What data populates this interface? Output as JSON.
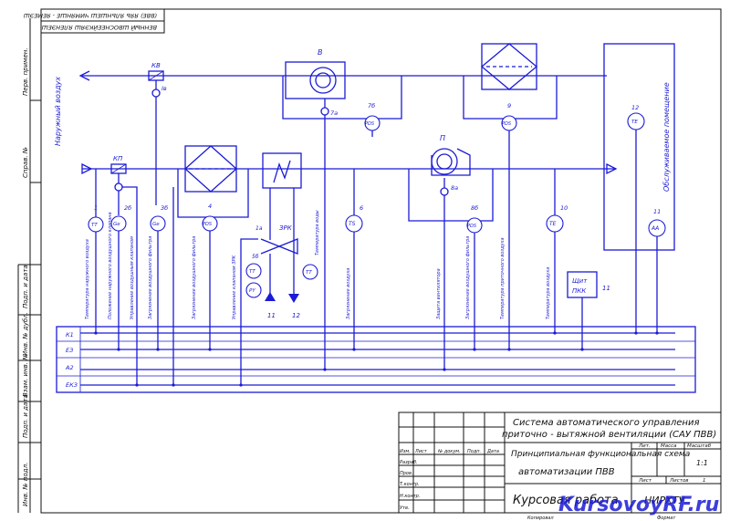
{
  "top_stamp": [
    "(ВВЕ) ЯЯЬ ЯЛЬНШЕШ ЧИМЯНШЕ - ЯЕМЕЭШ",
    "ВЕННЫЙ ШВОСНЕЕЙКЭЯШ ЯЛЕНЭЕШ"
  ],
  "left_margin": [
    "Перв. примен.",
    "Справ. №",
    "Подп. и дата",
    "Инв. № дубл.",
    "Взам. инв. №",
    "Подп. и дата",
    "Инв. № подл."
  ],
  "equipment_labels": {
    "kv": "КВ",
    "in": "Ів",
    "v": "В",
    "7a": "7а",
    "7b": "7б",
    "pds": "PDS",
    "p": "П",
    "8a": "8а",
    "8b": "8б",
    "9": "9",
    "12": "12",
    "te": "TE",
    "kp": "КП",
    "1": "1",
    "2b": "2б",
    "3b": "3б",
    "4": "4",
    "1a": "1а",
    "3pk": "ЗРК",
    "5b": "5б",
    "6": "6",
    "10": "10",
    "11": "11",
    "aa": "AA",
    "tt": "TT",
    "ge": "Ge",
    "ts": "TS",
    "py": "PY",
    "pds2": "PDS",
    "outside_air": "Наружный воздух",
    "served_room": "Обслуживаемое помещение",
    "v11": "11",
    "v12": "12",
    "shield": [
      "Щит",
      "ПКК"
    ],
    "shield_num": "11"
  },
  "vertical_signals": [
    "Температура наружного воздуха",
    "Положение наружного воздушного клапана",
    "Управление воздушным клапаном",
    "Загрязнение воздушного фильтра",
    "Загрязнение воздушного фильтра",
    "Управление клапаном ЗРК",
    "Температура воды",
    "Загрязнение воздуха",
    "Защита вентилятора",
    "Загрязнение воздушного фильтра",
    "Температура приточного воздуха",
    "Температура воздуха"
  ],
  "bus_labels": [
    "К1",
    "ЕЗ",
    "А2",
    "ЕКЗ"
  ],
  "title_block": {
    "project_title": [
      "Система автоматического управления",
      "приточно - вытяжной вентиляции (САУ ПВВ)"
    ],
    "sheet_title": [
      "Принципиальная функциональная схема",
      "автоматизации ПВВ"
    ],
    "doc_type": "Курсовая работа",
    "org": "НИРХТУ",
    "rows": [
      "Изм.",
      "Лист",
      "№ докум.",
      "Подп.",
      "Дата",
      "Разраб.",
      "Пров.",
      "Т.контр.",
      "Н.контр.",
      "Утв."
    ],
    "lit": "Лит.",
    "mass": "Масса",
    "scale": "Масштаб",
    "scale_val": "1:1",
    "sheet": "Лист",
    "sheets": "Листов",
    "sheets_val": "1",
    "copied": "Копировал",
    "format": "Формат"
  },
  "watermark": "KursovoyRF.ru"
}
